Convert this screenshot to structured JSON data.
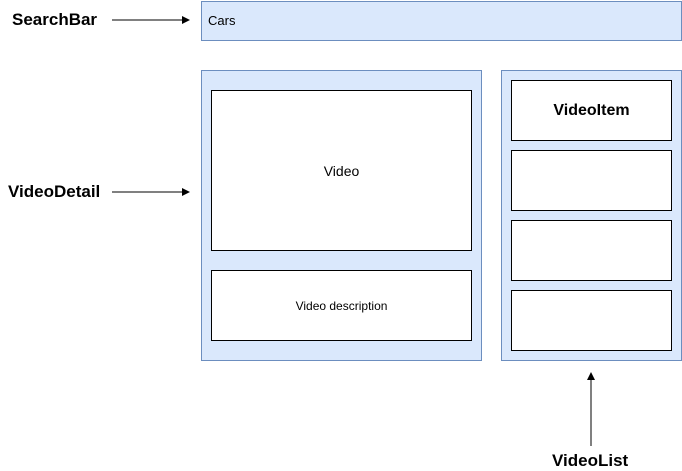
{
  "labels": {
    "searchbar": "SearchBar",
    "videodetail": "VideoDetail",
    "videolist": "VideoList"
  },
  "searchbar": {
    "value": "Cars"
  },
  "videodetail": {
    "video_label": "Video",
    "description_label": "Video description"
  },
  "videolist": {
    "items": [
      {
        "label": "VideoItem"
      },
      {
        "label": ""
      },
      {
        "label": ""
      },
      {
        "label": ""
      }
    ]
  },
  "colors": {
    "region_fill": "#dae8fc",
    "region_stroke": "#6c8ebf",
    "box_fill": "#ffffff",
    "stroke": "#000000"
  }
}
